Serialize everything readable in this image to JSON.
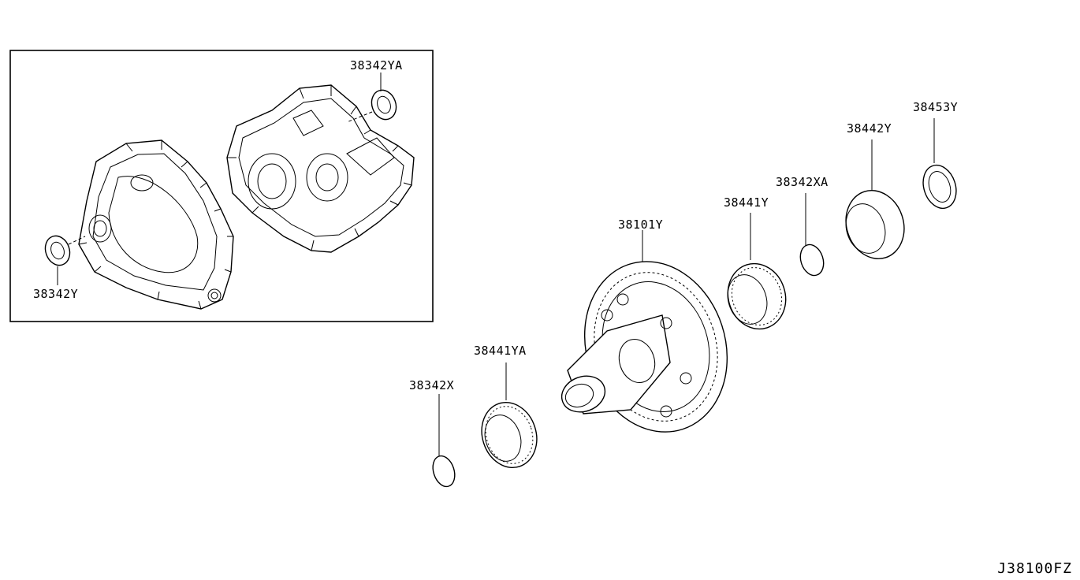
{
  "diagram_code": "J38100FZ",
  "parts": [
    {
      "id": "p-38342YA",
      "label": "38342YA",
      "item": "oil-seal"
    },
    {
      "id": "p-38342Y",
      "label": "38342Y",
      "item": "oil-seal"
    },
    {
      "id": "p-38101Y",
      "label": "38101Y",
      "item": "differential-assembly"
    },
    {
      "id": "p-38441Y",
      "label": "38441Y",
      "item": "bearing"
    },
    {
      "id": "p-38342XA",
      "label": "38342XA",
      "item": "shim"
    },
    {
      "id": "p-38442Y",
      "label": "38442Y",
      "item": "bearing-race"
    },
    {
      "id": "p-38453Y",
      "label": "38453Y",
      "item": "shim"
    },
    {
      "id": "p-38441YA",
      "label": "38441YA",
      "item": "bearing"
    },
    {
      "id": "p-38342X",
      "label": "38342X",
      "item": "shim"
    }
  ]
}
